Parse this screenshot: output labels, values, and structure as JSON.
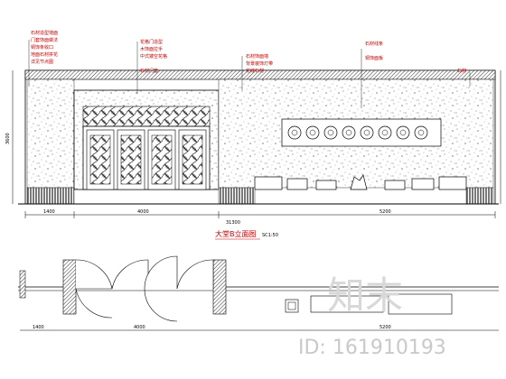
{
  "drawing": {
    "title": "大堂B立面图",
    "scale": "SC1:50"
  },
  "annotations": [
    {
      "id": "left-notes",
      "lines": [
        "石材造型墙面",
        "门套饰面做法",
        "铜饰条收口",
        "地面石材拼花",
        "详见节点图"
      ]
    },
    {
      "id": "door-notes",
      "lines": [
        "花格门造型",
        "木饰面拉手",
        "中式镂空花格",
        "石材门套"
      ]
    },
    {
      "id": "wall-notes",
      "lines": [
        "石材饰面墙",
        "背景装饰灯带",
        "花纹石材"
      ]
    },
    {
      "id": "right-notes",
      "lines": [
        "石材线条",
        "铜饰面板"
      ]
    },
    {
      "id": "far-right-note",
      "lines": [
        "石材"
      ]
    }
  ],
  "dimensions": {
    "total": "31300",
    "left": "1400",
    "door": "4000",
    "right": "5200",
    "height": "3600",
    "plan_left": "1400",
    "plan_door": "4000",
    "plan_right": "5200"
  },
  "watermark": {
    "brand": "知末",
    "id_label": "ID: 161910193"
  }
}
